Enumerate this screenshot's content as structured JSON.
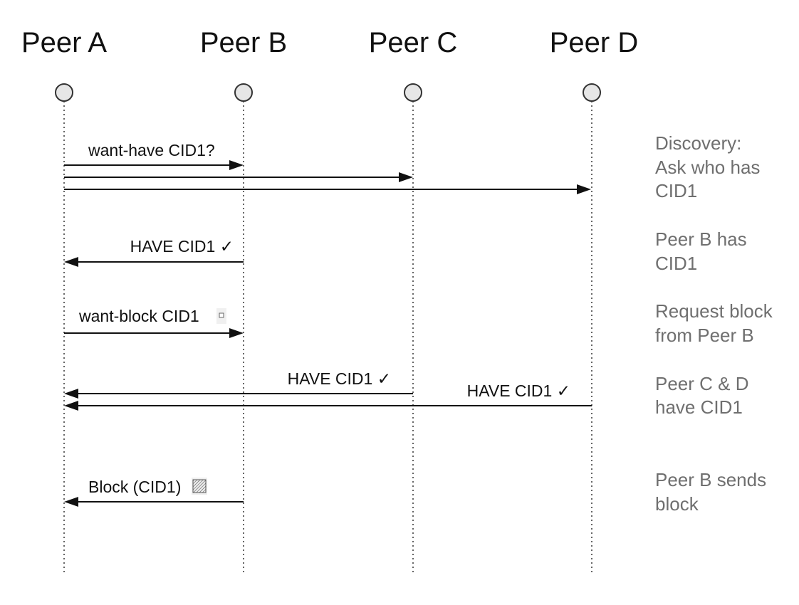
{
  "peers": [
    {
      "id": "a",
      "label": "Peer A"
    },
    {
      "id": "b",
      "label": "Peer B"
    },
    {
      "id": "c",
      "label": "Peer C"
    },
    {
      "id": "d",
      "label": "Peer D"
    }
  ],
  "messages": [
    {
      "id": "want-have-b",
      "from": "a",
      "to": "b",
      "label": "want-have CID1?"
    },
    {
      "id": "want-have-c",
      "from": "a",
      "to": "c",
      "label": ""
    },
    {
      "id": "want-have-d",
      "from": "a",
      "to": "d",
      "label": ""
    },
    {
      "id": "have-b",
      "from": "b",
      "to": "a",
      "label": "HAVE CID1 ✓"
    },
    {
      "id": "want-block-b",
      "from": "a",
      "to": "b",
      "label": "want-block CID1"
    },
    {
      "id": "have-c",
      "from": "c",
      "to": "a",
      "label": "HAVE CID1 ✓"
    },
    {
      "id": "have-d",
      "from": "d",
      "to": "a",
      "label": "HAVE CID1 ✓"
    },
    {
      "id": "block-b",
      "from": "b",
      "to": "a",
      "label": "Block (CID1)"
    }
  ],
  "notes": [
    {
      "id": "discovery",
      "lines": [
        "Discovery:",
        "Ask who has",
        "CID1"
      ]
    },
    {
      "id": "peer-b-has",
      "lines": [
        "Peer B has",
        "CID1"
      ]
    },
    {
      "id": "request-block",
      "lines": [
        "Request block",
        "from Peer B"
      ]
    },
    {
      "id": "peer-cd-have",
      "lines": [
        "Peer C & D",
        "have CID1"
      ]
    },
    {
      "id": "peer-b-sends",
      "lines": [
        "Peer B sends",
        "block"
      ]
    }
  ],
  "icons": {
    "want_block": "small-square-icon",
    "block": "hatched-square-icon"
  }
}
